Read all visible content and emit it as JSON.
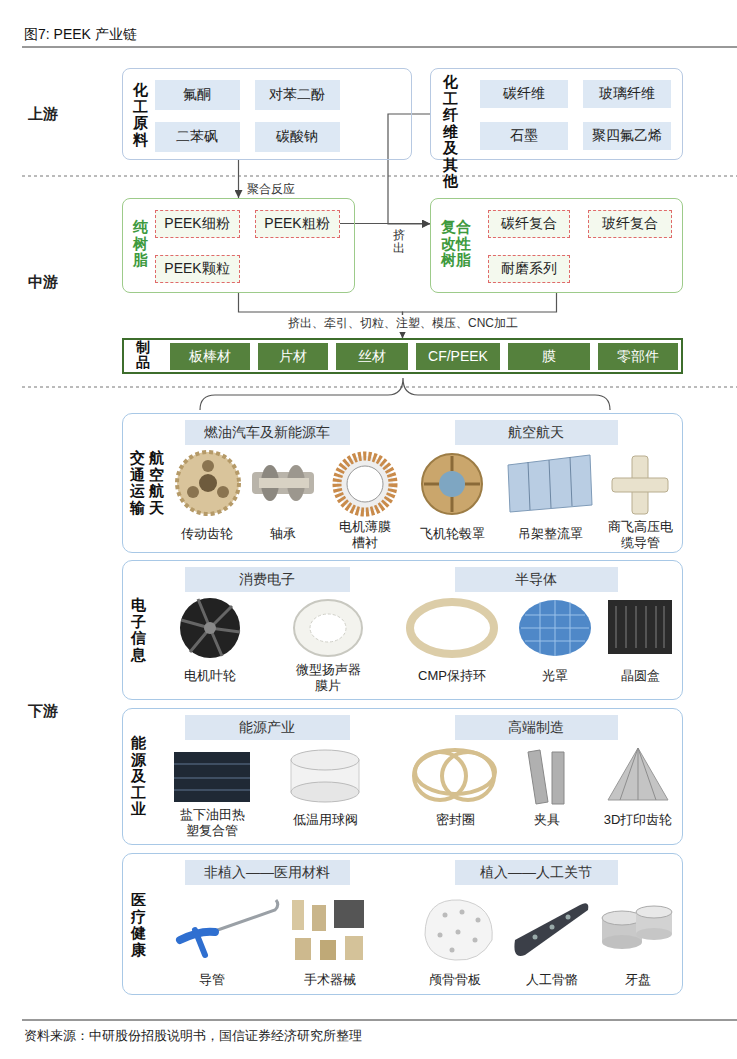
{
  "diagram": {
    "title": "图7: PEEK 产业链",
    "caption": "资料来源：中研股份招股说明书，国信证券经济研究所整理",
    "nodes": [
      {
        "text": [
          "化工原料"
        ]
      },
      {
        "text": [
          "氟酮"
        ],
        "in": 0
      },
      {
        "text": [
          "对苯二酚"
        ],
        "in": 0
      },
      {
        "text": [
          "二苯砜"
        ],
        "in": 0
      },
      {
        "text": [
          "碳酸钠"
        ],
        "in": 0
      },
      {
        "text": [
          "化工纤维及其他"
        ]
      },
      {
        "text": [
          "碳纤维"
        ],
        "in": 5
      },
      {
        "text": [
          "玻璃纤维"
        ],
        "in": 5
      },
      {
        "text": [
          "石墨"
        ],
        "in": 5
      },
      {
        "text": [
          "聚四氟乙烯"
        ],
        "in": 5
      },
      {
        "text": [
          "纯树脂"
        ]
      },
      {
        "text": [
          "PEEK细粉"
        ],
        "in": 10
      },
      {
        "text": [
          "PEEK粗粉"
        ],
        "in": 10
      },
      {
        "text": [
          "PEEK颗粒"
        ],
        "in": 10
      },
      {
        "text": [
          "复合改性树脂"
        ]
      },
      {
        "text": [
          "碳纤复合"
        ],
        "in": 14
      },
      {
        "text": [
          "玻纤复合"
        ],
        "in": 14
      },
      {
        "text": [
          "耐磨系列"
        ],
        "in": 14
      },
      {
        "text": [
          "制品"
        ]
      },
      {
        "text": [
          "板棒材"
        ],
        "in": 18
      },
      {
        "text": [
          "片材"
        ],
        "in": 18
      },
      {
        "text": [
          "丝材"
        ],
        "in": 18
      },
      {
        "text": [
          "CF/PEEK"
        ],
        "in": 18
      },
      {
        "text": [
          "膜"
        ],
        "in": 18
      },
      {
        "text": [
          "零部件"
        ],
        "in": 18
      },
      {
        "text": [
          "交通运输",
          "航空航天"
        ]
      },
      {
        "text": [
          "燃油汽车及新能源车"
        ],
        "in": 25
      },
      {
        "text": [
          "航空航天"
        ],
        "in": 25
      },
      {
        "text": [
          "电子信息"
        ]
      },
      {
        "text": [
          "消费电子"
        ],
        "in": 28
      },
      {
        "text": [
          "半导体"
        ],
        "in": 28
      },
      {
        "text": [
          "能源及工业"
        ]
      },
      {
        "text": [
          "能源产业"
        ],
        "in": 31
      },
      {
        "text": [
          "高端制造"
        ],
        "in": 31
      },
      {
        "text": [
          "医疗健康"
        ]
      },
      {
        "text": [
          "非植入——医用材料"
        ],
        "in": 34
      },
      {
        "text": [
          "植入——人工关节"
        ],
        "in": 34
      }
    ],
    "edges": [
      {
        "from": 0,
        "to": 10,
        "label": "聚合反应",
        "arrow": "to"
      },
      {
        "from": 12,
        "to": 14,
        "label": "挤出",
        "arrow": "to"
      },
      {
        "from": 5,
        "to": 14,
        "arrow": "to"
      },
      {
        "from": 10,
        "to": 18,
        "label": "挤出、牵引、切粒、注塑、模压、CNC加工",
        "arrow": "to"
      },
      {
        "from": 14,
        "to": 18,
        "arrow": "to"
      }
    ],
    "labels": [
      "上游",
      "中游",
      "下游",
      "传动齿轮",
      "轴承",
      "电机薄膜 槽衬",
      "飞机轮毂罩",
      "吊架整流罩",
      "商飞高压电 缆导管",
      "电机叶轮",
      "微型扬声器 膜片",
      "CMP保持环",
      "光罩",
      "晶圆盒",
      "盐下油田热 塑复合管",
      "低温用球阀",
      "密封圈",
      "夹具",
      "3D打印齿轮",
      "导管",
      "手术器械",
      "颅骨骨板",
      "人工骨骼",
      "牙盘"
    ]
  }
}
